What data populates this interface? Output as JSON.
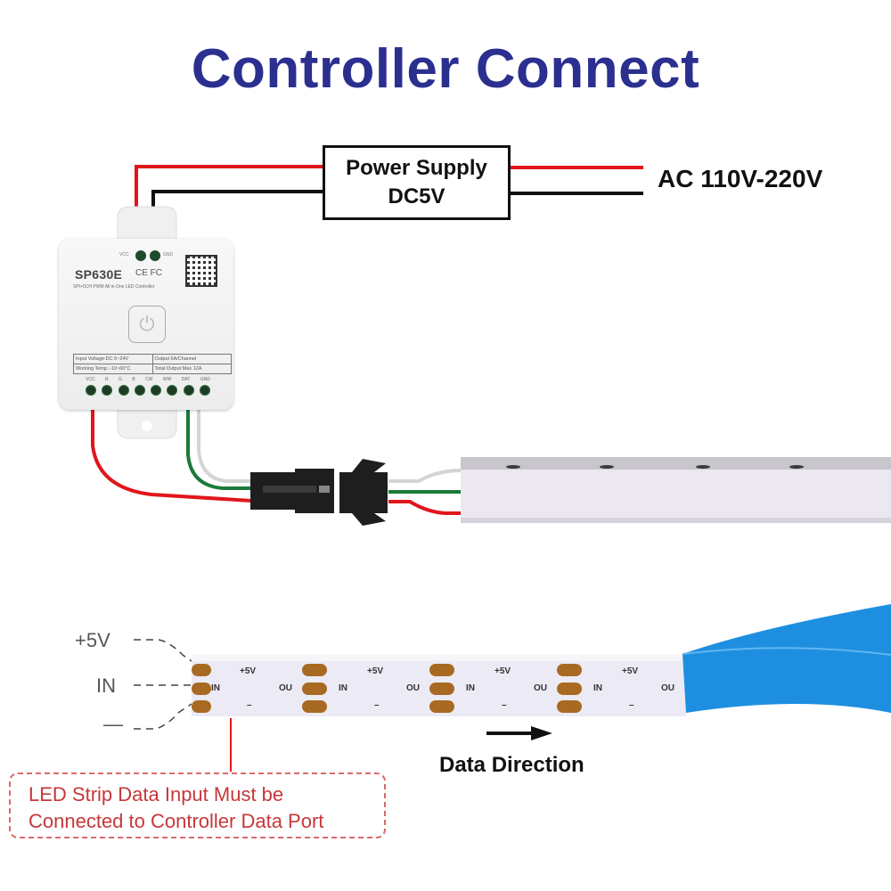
{
  "title": "Controller Connect",
  "power_supply": {
    "line1": "Power Supply",
    "line2": "DC5V",
    "input_label": "AC 110V-220V"
  },
  "controller": {
    "model": "SP630E",
    "certifications": "CE FC",
    "subtitle": "SPI+5CH PWM All in One LED Controller",
    "top_terminals": [
      "VCC",
      "GND"
    ],
    "power_button_icon": "power-icon",
    "specs": [
      [
        "Input Voltage:DC 5~24V",
        "Output 6A/Channel"
      ],
      [
        "Working Temp.:-10~60°C",
        "Total Output Max 12A"
      ]
    ],
    "output_pins": [
      "VCC",
      "R",
      "G",
      "B",
      "CW",
      "WW",
      "DAT",
      "GND"
    ]
  },
  "wire_colors": {
    "positive": "#e0161b",
    "negative": "#111111",
    "data": "#1b7a3a",
    "aux": "#d4d4d4"
  },
  "strip_diagram": {
    "inputs": [
      "+5V",
      "IN",
      "—"
    ],
    "segment_labels": {
      "plus": "+5V",
      "in": "IN",
      "out": "OU",
      "minus": "–"
    },
    "segments": 4
  },
  "note": {
    "line1": "LED Strip Data Input Must be",
    "line2": "Connected to Controller Data Port",
    "color": "#c6373a"
  },
  "data_direction": {
    "label": "Data Direction",
    "arrow_icon": "arrow-right-icon"
  },
  "accent_colors": {
    "title": "#2b2f8f",
    "tape": "#1e8fe0",
    "pad": "#a86a22"
  }
}
